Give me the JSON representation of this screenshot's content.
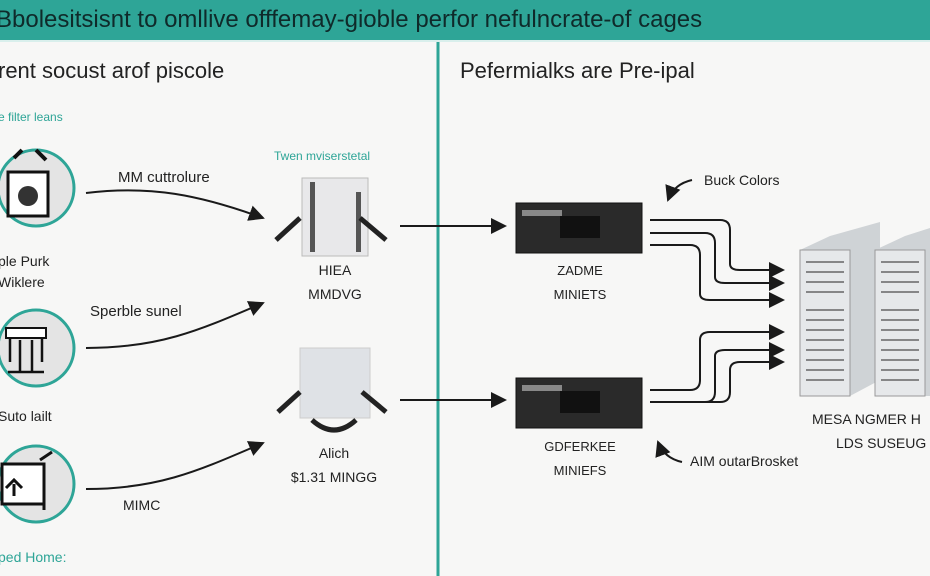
{
  "header": {
    "title": "Bbolesitsisnt to omllive offfemay-gioble perfor nefulncrate-of cages"
  },
  "left": {
    "heading": "rent socust arof piscole",
    "subheading": "e filter leans",
    "sources": [
      {
        "label1": "ple Purk",
        "label2": "Wiklere",
        "icon": "building-icon"
      },
      {
        "label1": "Suto lailt",
        "label2": "",
        "icon": "machine-icon"
      },
      {
        "label1": "ped Home:",
        "label2": "",
        "icon": "home-icon"
      }
    ],
    "arrows": [
      "MM cuttrolure",
      "Sperble sunel",
      "MIMC"
    ],
    "group_label": "Twen mviserstetal",
    "devices": [
      {
        "line1": "HIEA",
        "line2": "MMDVG"
      },
      {
        "line1": "Alich",
        "line2": "$1.31 MINGG"
      }
    ]
  },
  "right": {
    "heading": "Pefermialks are Pre-ipal",
    "racks": [
      {
        "line1": "ZADME",
        "line2": "MINIETS"
      },
      {
        "line1": "GDFERKEE",
        "line2": "MINIEFS"
      }
    ],
    "callouts": [
      "Buck Colors",
      "AIM outarBrosket"
    ],
    "servers": {
      "line1": "MESA NGMER H",
      "line2": "LDS SUSEUG"
    }
  },
  "colors": {
    "accent": "#2ea597",
    "line": "#1a1a1a"
  }
}
